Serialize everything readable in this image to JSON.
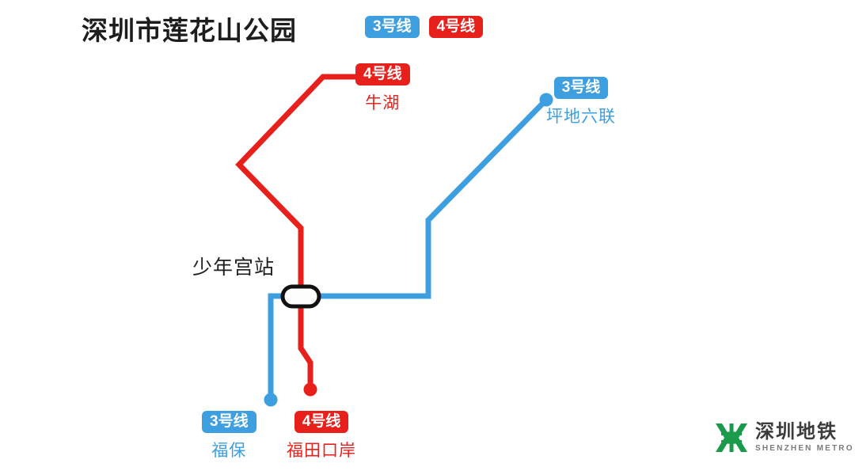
{
  "header": {
    "title": "深圳市莲花山公园",
    "badges": [
      {
        "label": "3号线",
        "color": "#3d9ee0"
      },
      {
        "label": "4号线",
        "color": "#e8201c"
      }
    ]
  },
  "map": {
    "interchange_station": "少年宫站",
    "lines": [
      {
        "name": "3号线",
        "color": "#3d9ee0"
      },
      {
        "name": "4号线",
        "color": "#e8201c"
      }
    ],
    "terminals": [
      {
        "line": "4号线",
        "station": "牛湖",
        "color": "#e8201c",
        "position": "top"
      },
      {
        "line": "3号线",
        "station": "坪地六联",
        "color": "#3d9ee0",
        "position": "right"
      },
      {
        "line": "3号线",
        "station": "福保",
        "color": "#3d9ee0",
        "position": "bottom-left"
      },
      {
        "line": "4号线",
        "station": "福田口岸",
        "color": "#e8201c",
        "position": "bottom-right"
      }
    ]
  },
  "logo": {
    "name_cn": "深圳地铁",
    "name_en": "SHENZHEN METRO",
    "color": "#1a9b4c"
  }
}
